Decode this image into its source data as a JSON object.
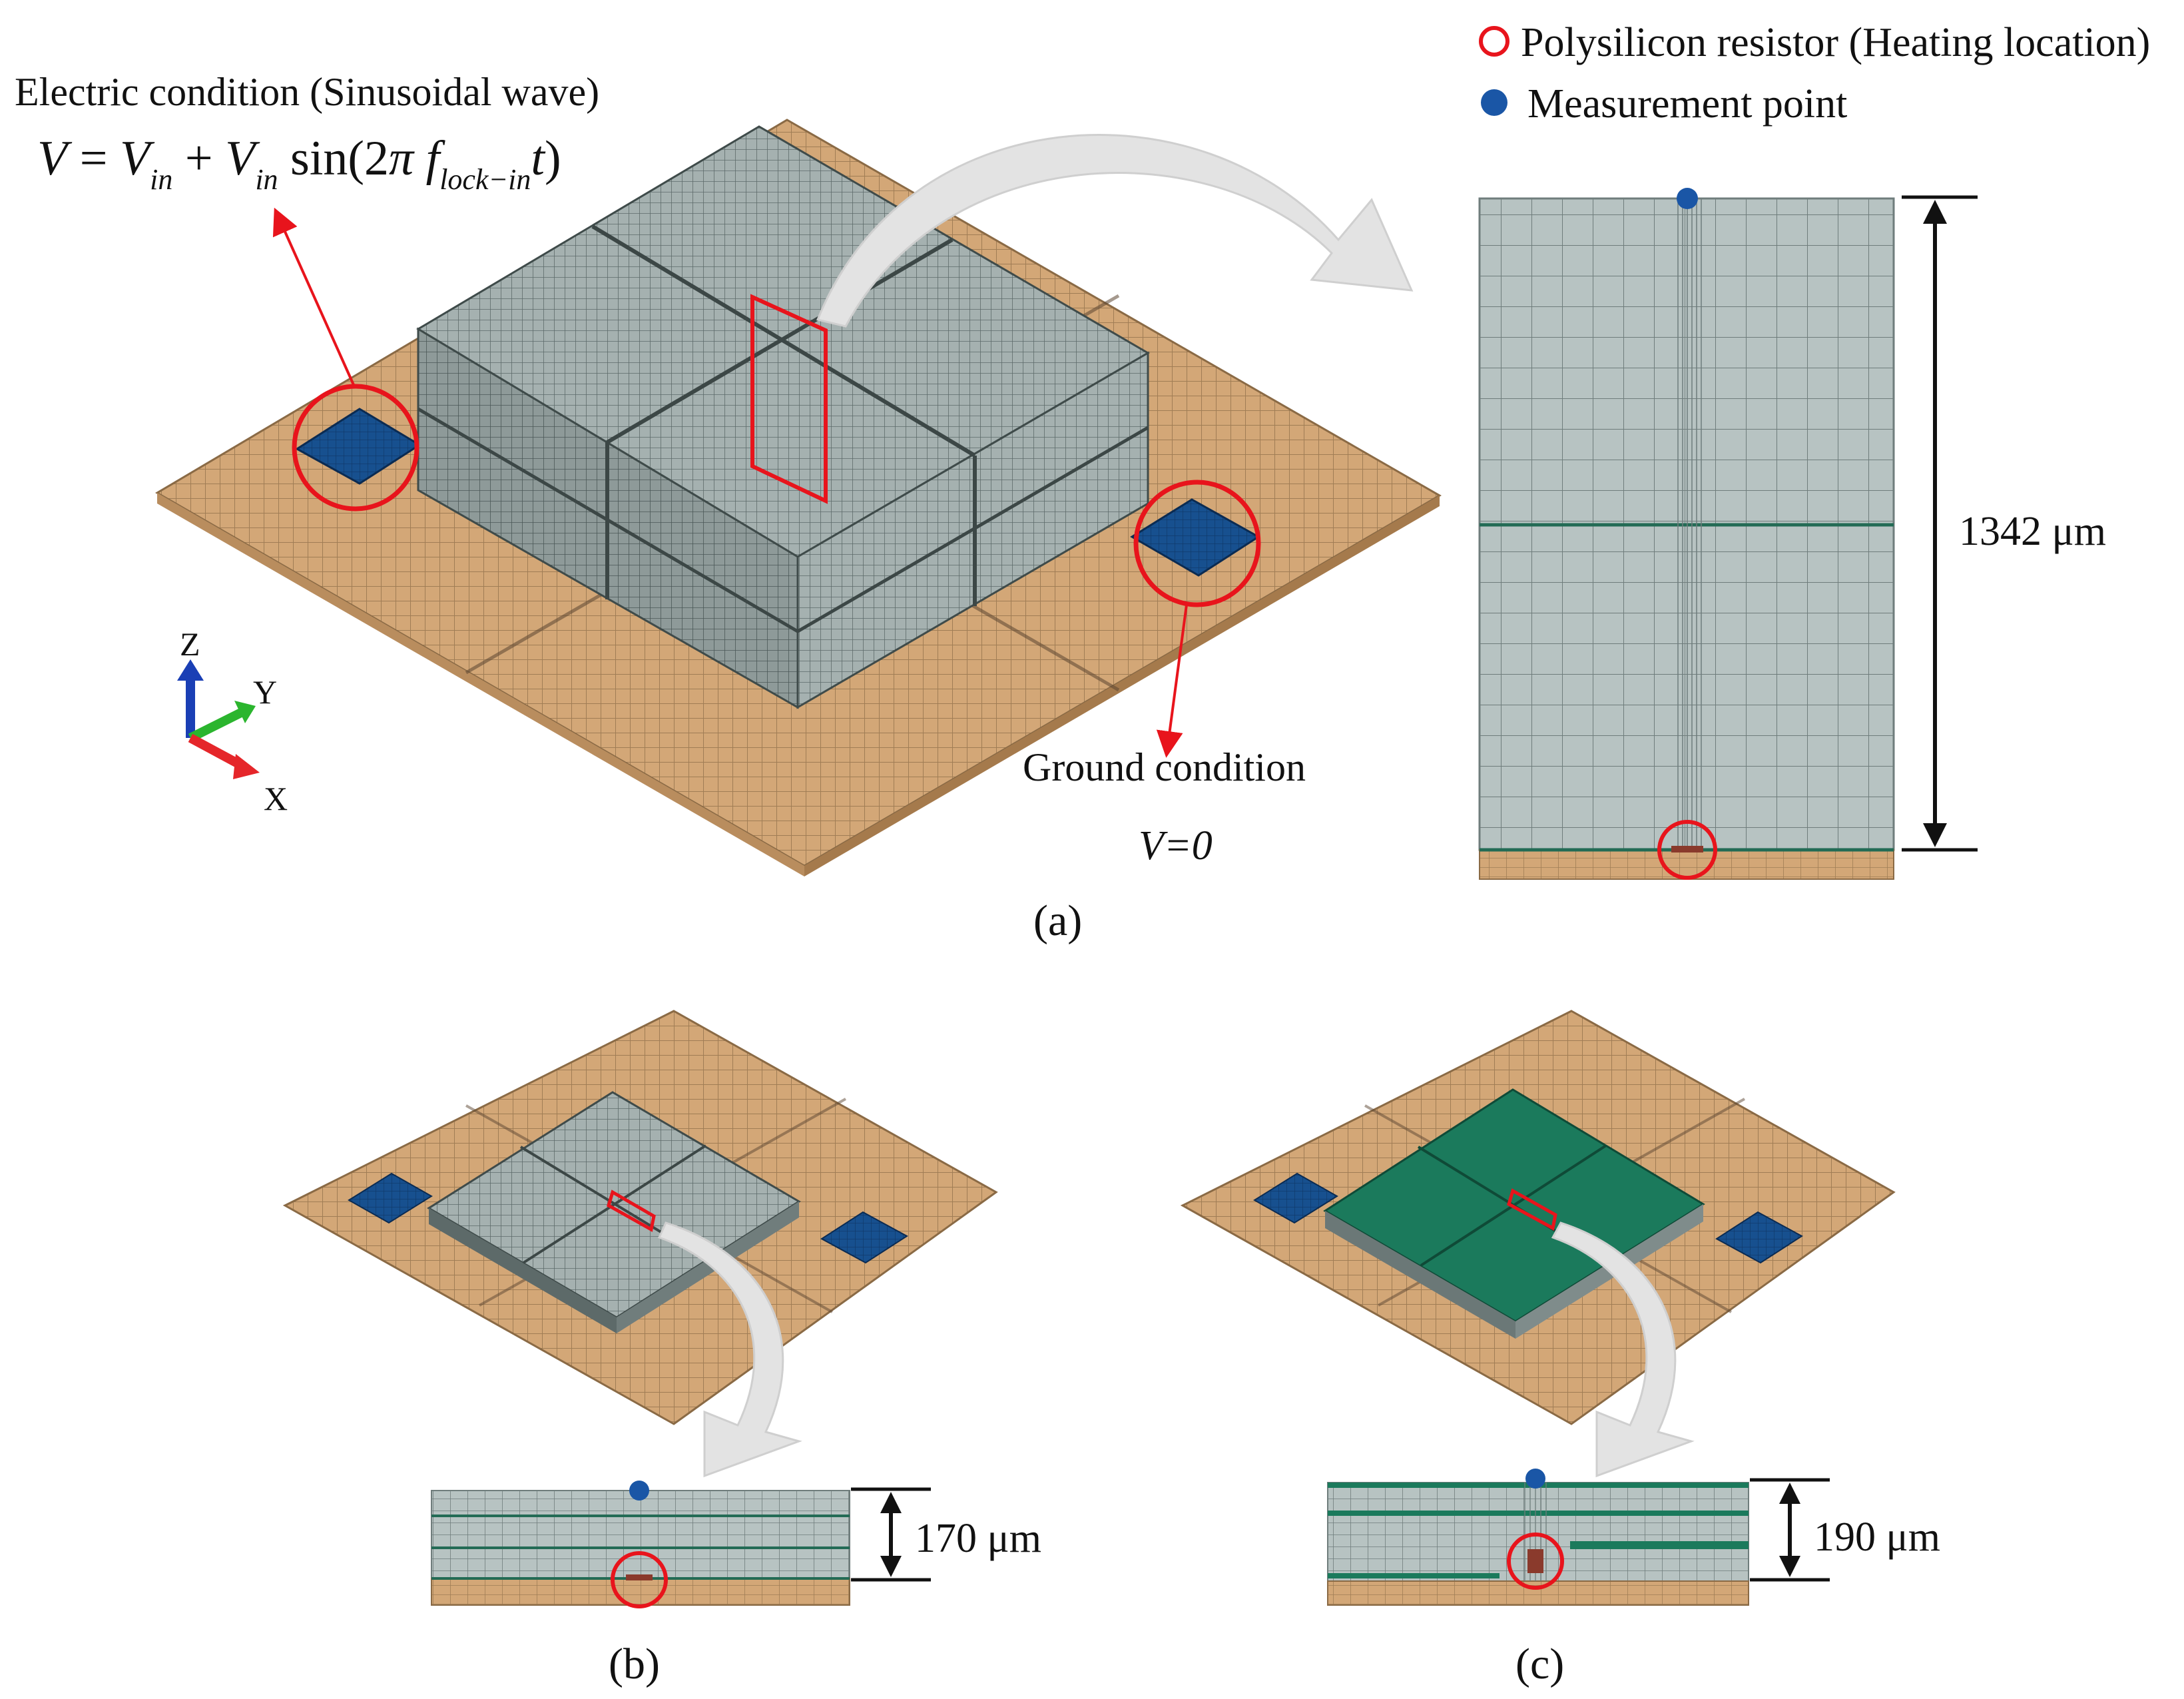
{
  "legend": {
    "resistor_label": "Polysilicon resistor (Heating location)",
    "measurement_label": "Measurement point"
  },
  "panel_a": {
    "electric_title": "Electric condition (Sinusoidal wave)",
    "formula": {
      "lhs": "V",
      "eq": " = ",
      "v1": "V",
      "sub1": "in",
      "plus": " + ",
      "v2": "V",
      "sub2": "in",
      "sin": " sin(2",
      "pi": "π",
      "f": " f",
      "sub3": "lock−in",
      "t": "t",
      "close": ")"
    },
    "ground_label": "Ground condition",
    "ground_eq": "V=0",
    "axes": {
      "z": "Z",
      "y": "Y",
      "x": "X"
    },
    "dimension": "1342 μm",
    "caption": "(a)"
  },
  "panel_b": {
    "dimension": "170 μm",
    "caption": "(b)"
  },
  "panel_c": {
    "dimension": "190 μm",
    "caption": "(c)"
  },
  "colors": {
    "substrate": "#d3a777",
    "substrate_grid": "#9c7a52",
    "pad": "#17508f",
    "mold_gray": "#a8b3b2",
    "mold_grid": "#5f6d6c",
    "mold_green": "#1b7a5c",
    "annotation_red": "#e8141c",
    "measure_blue": "#1a56a6",
    "resistor_brown": "#8a3a2c",
    "arrow_gray": "#e3e3e3"
  }
}
